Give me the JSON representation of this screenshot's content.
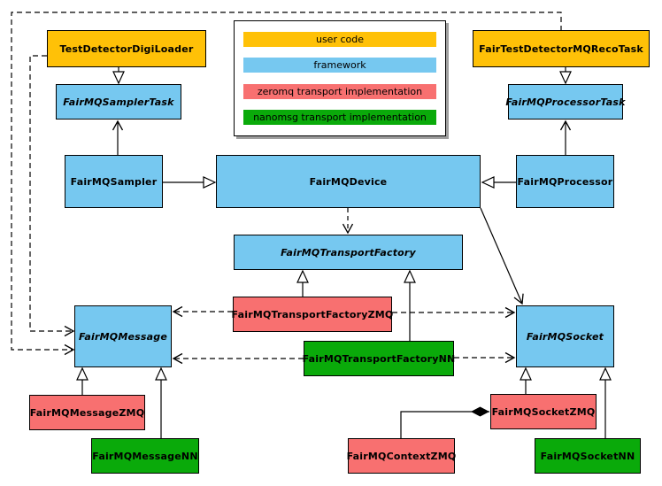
{
  "legend": {
    "items": [
      {
        "id": "user-code",
        "label": "user code",
        "color": "#FFC107"
      },
      {
        "id": "framework",
        "label": "framework",
        "color": "#76C8F0"
      },
      {
        "id": "zeromq",
        "label": "zeromq transport implementation",
        "color": "#F87070"
      },
      {
        "id": "nanomsg",
        "label": "nanomsg transport implementation",
        "color": "#0AAA0A"
      }
    ]
  },
  "nodes": {
    "digiLoader": {
      "label": "TestDetectorDigiLoader",
      "category": "user-code",
      "abstract": false,
      "color": "#FFC107"
    },
    "recoTask": {
      "label": "FairTestDetectorMQRecoTask",
      "category": "user-code",
      "abstract": false,
      "color": "#FFC107"
    },
    "samplerTask": {
      "label": "FairMQSamplerTask",
      "category": "framework",
      "abstract": true,
      "color": "#76C8F0"
    },
    "processorTask": {
      "label": "FairMQProcessorTask",
      "category": "framework",
      "abstract": true,
      "color": "#76C8F0"
    },
    "sampler": {
      "label": "FairMQSampler",
      "category": "framework",
      "abstract": false,
      "color": "#76C8F0"
    },
    "device": {
      "label": "FairMQDevice",
      "category": "framework",
      "abstract": false,
      "color": "#76C8F0"
    },
    "processor": {
      "label": "FairMQProcessor",
      "category": "framework",
      "abstract": false,
      "color": "#76C8F0"
    },
    "transportFactory": {
      "label": "FairMQTransportFactory",
      "category": "framework",
      "abstract": true,
      "color": "#76C8F0"
    },
    "transportFactoryZMQ": {
      "label": "FairMQTransportFactoryZMQ",
      "category": "zeromq",
      "abstract": false,
      "color": "#F87070"
    },
    "transportFactoryNN": {
      "label": "FairMQTransportFactoryNN",
      "category": "nanomsg",
      "abstract": false,
      "color": "#0AAA0A"
    },
    "message": {
      "label": "FairMQMessage",
      "category": "framework",
      "abstract": true,
      "color": "#76C8F0"
    },
    "socket": {
      "label": "FairMQSocket",
      "category": "framework",
      "abstract": true,
      "color": "#76C8F0"
    },
    "messageZMQ": {
      "label": "FairMQMessageZMQ",
      "category": "zeromq",
      "abstract": false,
      "color": "#F87070"
    },
    "messageNN": {
      "label": "FairMQMessageNN",
      "category": "nanomsg",
      "abstract": false,
      "color": "#0AAA0A"
    },
    "socketZMQ": {
      "label": "FairMQSocketZMQ",
      "category": "zeromq",
      "abstract": false,
      "color": "#F87070"
    },
    "socketNN": {
      "label": "FairMQSocketNN",
      "category": "nanomsg",
      "abstract": false,
      "color": "#0AAA0A"
    },
    "contextZMQ": {
      "label": "FairMQContextZMQ",
      "category": "zeromq",
      "abstract": false,
      "color": "#F87070"
    }
  },
  "relationships": [
    {
      "from": "TestDetectorDigiLoader",
      "to": "FairMQSamplerTask",
      "type": "generalization-hollow-triangle"
    },
    {
      "from": "FairTestDetectorMQRecoTask",
      "to": "FairMQProcessorTask",
      "type": "generalization-hollow-triangle"
    },
    {
      "from": "FairMQSampler",
      "to": "FairMQSamplerTask",
      "type": "solid-open-arrow"
    },
    {
      "from": "FairMQProcessor",
      "to": "FairMQProcessorTask",
      "type": "solid-open-arrow"
    },
    {
      "from": "FairMQSampler",
      "to": "FairMQDevice",
      "type": "generalization-hollow-triangle"
    },
    {
      "from": "FairMQProcessor",
      "to": "FairMQDevice",
      "type": "generalization-hollow-triangle"
    },
    {
      "from": "FairMQDevice",
      "to": "FairMQTransportFactory",
      "type": "dashed-open-arrow"
    },
    {
      "from": "FairMQDevice",
      "to": "FairMQSocket",
      "type": "solid-open-arrow"
    },
    {
      "from": "FairMQTransportFactoryZMQ",
      "to": "FairMQTransportFactory",
      "type": "generalization-hollow-triangle"
    },
    {
      "from": "FairMQTransportFactoryNN",
      "to": "FairMQTransportFactory",
      "type": "generalization-hollow-triangle"
    },
    {
      "from": "FairMQTransportFactoryZMQ",
      "to": "FairMQMessage",
      "type": "dashed-open-arrow"
    },
    {
      "from": "FairMQTransportFactoryZMQ",
      "to": "FairMQSocket",
      "type": "dashed-open-arrow"
    },
    {
      "from": "FairMQTransportFactoryNN",
      "to": "FairMQMessage",
      "type": "dashed-open-arrow"
    },
    {
      "from": "FairMQTransportFactoryNN",
      "to": "FairMQSocket",
      "type": "dashed-open-arrow"
    },
    {
      "from": "TestDetectorDigiLoader",
      "to": "FairMQMessage",
      "type": "dashed-open-arrow"
    },
    {
      "from": "FairTestDetectorMQRecoTask",
      "to": "FairMQMessage",
      "type": "dashed-open-arrow"
    },
    {
      "from": "FairMQMessageZMQ",
      "to": "FairMQMessage",
      "type": "generalization-hollow-triangle"
    },
    {
      "from": "FairMQMessageNN",
      "to": "FairMQMessage",
      "type": "generalization-hollow-triangle"
    },
    {
      "from": "FairMQSocketZMQ",
      "to": "FairMQSocket",
      "type": "generalization-hollow-triangle"
    },
    {
      "from": "FairMQSocketNN",
      "to": "FairMQSocket",
      "type": "generalization-hollow-triangle"
    },
    {
      "from": "FairMQContextZMQ",
      "to": "FairMQSocketZMQ",
      "type": "composition-filled-diamond"
    }
  ],
  "colors": {
    "edge": "#000000",
    "legend_shadow": "#9E9E9E",
    "background": "#FFFFFF"
  }
}
